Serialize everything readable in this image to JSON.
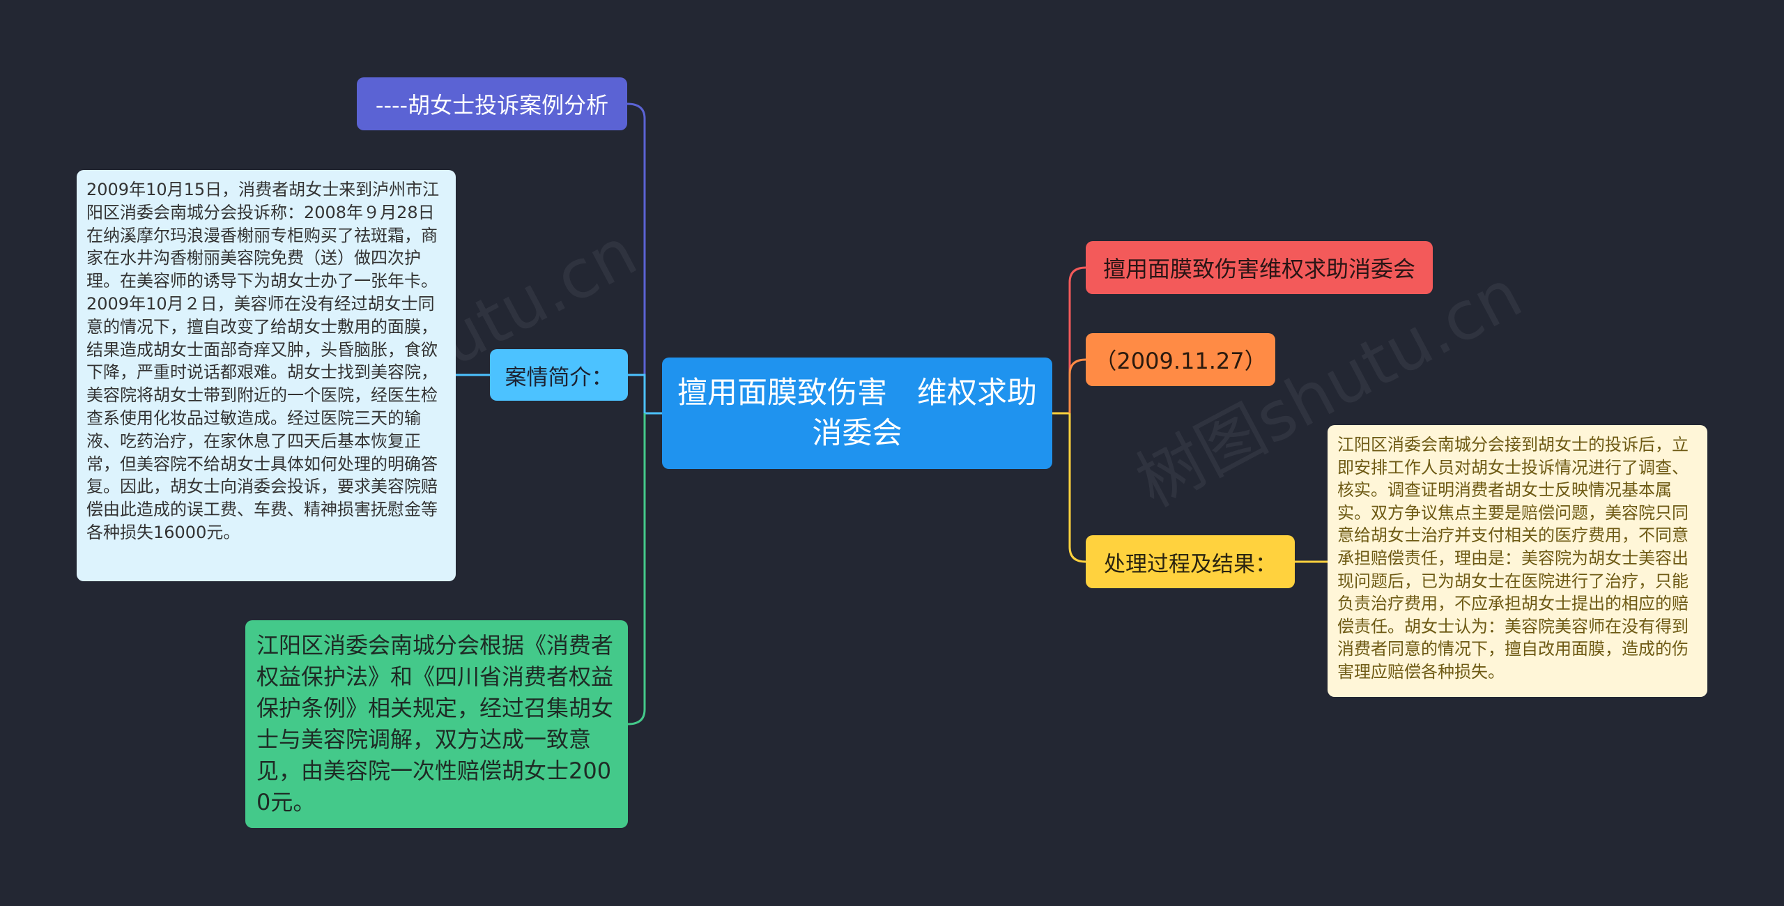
{
  "mindmap": {
    "center": {
      "label": "擅用面膜致伤害　维权求助消委会"
    },
    "left": {
      "title": {
        "label": "----胡女士投诉案例分析"
      },
      "intro": {
        "label": "案情简介：",
        "text": "2009年10月15日，消费者胡女士来到泸州市江阳区消委会南城分会投诉称：2008年９月28日在纳溪摩尔玛浪漫香榭丽专柜购买了祛斑霜，商家在水井沟香榭丽美容院免费（送）做四次护理。在美容师的诱导下为胡女士办了一张年卡。2009年10月２日，美容师在没有经过胡女士同意的情况下，擅自改变了给胡女士敷用的面膜，结果造成胡女士面部奇痒又肿，头昏脑胀，食欲下降，严重时说话都艰难。胡女士找到美容院，美容院将胡女士带到附近的一个医院，经医生检查系使用化妆品过敏造成。经过医院三天的输液、吃药治疗，在家休息了四天后基本恢复正常，但美容院不给胡女士具体如何处理的明确答复。因此，胡女士向消委会投诉，要求美容院赔偿由此造成的误工费、车费、精神损害抚慰金等各种损失16000元。"
      },
      "outcome": {
        "text": "江阳区消委会南城分会根据《消费者权益保护法》和《四川省消费者权益保护条例》相关规定，经过召集胡女士与美容院调解，双方达成一致意见，由美容院一次性赔偿胡女士2000元。"
      }
    },
    "right": {
      "headline": {
        "label": "擅用面膜致伤害维权求助消委会"
      },
      "date": {
        "label": "（2009.11.27）"
      },
      "process": {
        "label": "处理过程及结果：",
        "text": "江阳区消委会南城分会接到胡女士的投诉后，立即安排工作人员对胡女士投诉情况进行了调查、核实。调查证明消费者胡女士反映情况基本属实。双方争议焦点主要是赔偿问题，美容院只同意给胡女士治疗并支付相关的医疗费用，不同意承担赔偿责任，理由是：美容院为胡女士美容出现问题后，已为胡女士在医院进行了治疗，只能负责治疗费用，不应承担胡女士提出的相应的赔偿责任。胡女士认为：美容院美容师在没有得到消费者同意的情况下，擅自改用面膜，造成的伤害理应赔偿各种损失。"
      }
    }
  },
  "colors": {
    "background": "#232733",
    "center": "#1f93ef",
    "title": "#5b63d4",
    "intro": "#4cc2ff",
    "intro_text_bg": "#ddf3fd",
    "outcome": "#44c98a",
    "headline": "#f35a5a",
    "date": "#ff8b45",
    "process": "#ffd23e",
    "process_text_bg": "#fff6d8"
  },
  "watermark": {
    "text": "树图shutu.cn"
  }
}
